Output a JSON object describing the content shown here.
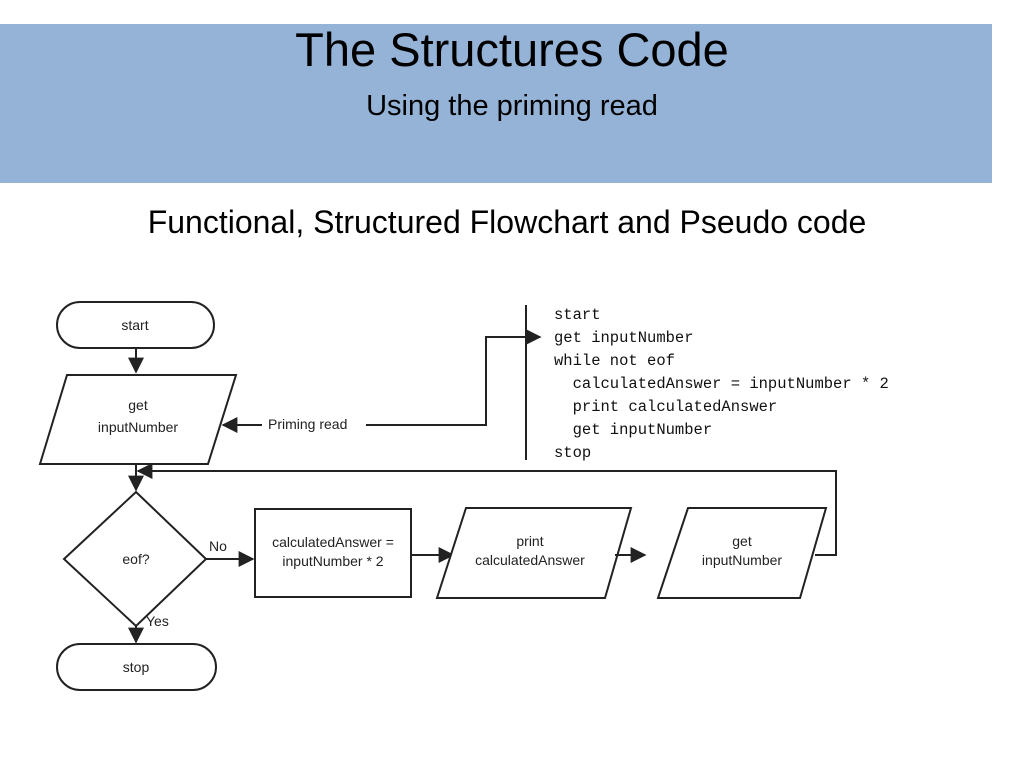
{
  "header": {
    "title": "The Structures Code",
    "subtitle": "Using the priming read"
  },
  "heading": "Functional, Structured Flowchart and Pseudo code",
  "flowchart": {
    "nodes": {
      "start": "start",
      "get_input_1": [
        "get",
        "inputNumber"
      ],
      "decision": "eof?",
      "calc": [
        "calculatedAnswer =",
        "inputNumber * 2"
      ],
      "print": [
        "print",
        "calculatedAnswer"
      ],
      "get_input_2": [
        "get",
        "inputNumber"
      ],
      "stop": "stop"
    },
    "edge_labels": {
      "no": "No",
      "yes": "Yes",
      "priming_read": "Priming read"
    }
  },
  "pseudocode": [
    "start",
    "get inputNumber",
    "while not eof",
    "  calculatedAnswer = inputNumber * 2",
    "  print calculatedAnswer",
    "  get inputNumber",
    "stop"
  ],
  "colors": {
    "header_bg": "#95b3d7",
    "stroke": "#222222"
  }
}
